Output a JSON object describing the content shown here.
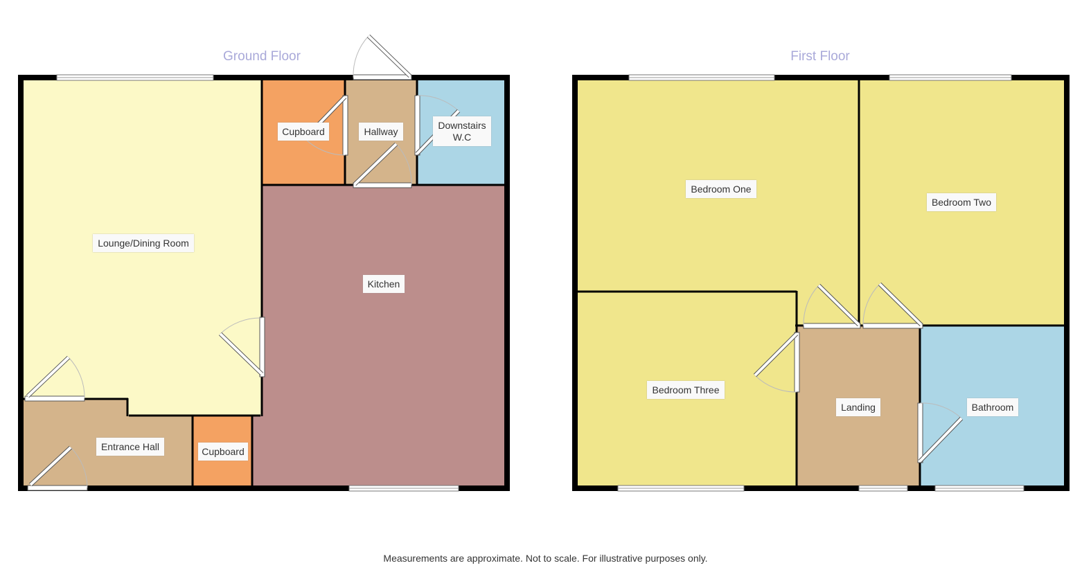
{
  "floors": {
    "ground": {
      "title": "Ground Floor",
      "rooms": {
        "lounge": "Lounge/Dining Room",
        "entrance_hall": "Entrance Hall",
        "cupboard_top": "Cupboard",
        "cupboard_bottom": "Cupboard",
        "hallway": "Hallway",
        "wc_line1": "Downstairs",
        "wc_line2": "W.C",
        "kitchen": "Kitchen"
      }
    },
    "first": {
      "title": "First Floor",
      "rooms": {
        "bedroom_one": "Bedroom One",
        "bedroom_two": "Bedroom Two",
        "bedroom_three": "Bedroom Three",
        "landing": "Landing",
        "bathroom": "Bathroom"
      }
    }
  },
  "footer": "Measurements are approximate. Not to scale. For illustrative purposes only.",
  "colors": {
    "title": "#a9a9d9",
    "wall": "#000000",
    "lounge": "#fcf9c7",
    "hall": "#d4b48b",
    "cupboard": "#f4a262",
    "wc": "#acd6e6",
    "kitchen": "#bc8e8c",
    "bedroom": "#f0e68c",
    "bathroom": "#acd6e6"
  }
}
